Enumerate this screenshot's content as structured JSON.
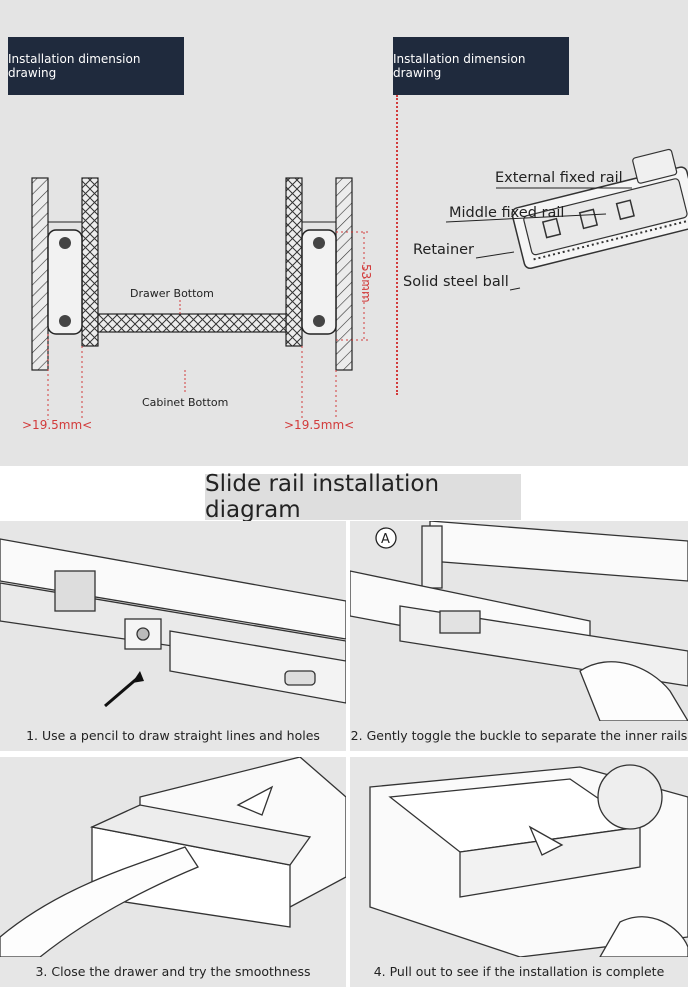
{
  "header": {
    "left_label": "Installation dimension drawing",
    "right_label": "Installation dimension drawing"
  },
  "dimension_drawing": {
    "drawer_bottom": "Drawer Bottom",
    "cabinet_bottom": "Cabinet Bottom",
    "left_clearance": ">19.5mm<",
    "right_clearance": ">19.5mm<",
    "height": "53mm"
  },
  "rail_parts": {
    "external": "External fixed rail",
    "middle": "Middle fixed rail",
    "retainer": "Retainer",
    "ball": "Solid steel ball"
  },
  "section_title": "Slide rail installation diagram",
  "steps": [
    {
      "caption": "1. Use a pencil to draw straight lines and holes"
    },
    {
      "caption": "2. Gently toggle the buckle to separate the inner rails",
      "marker": "A"
    },
    {
      "caption": "3. Close the drawer and try the smoothness"
    },
    {
      "caption": "4. Pull out to see if the installation is complete"
    }
  ],
  "colors": {
    "label_bg": "#1f2a3d",
    "accent_red": "#d23b3b"
  }
}
